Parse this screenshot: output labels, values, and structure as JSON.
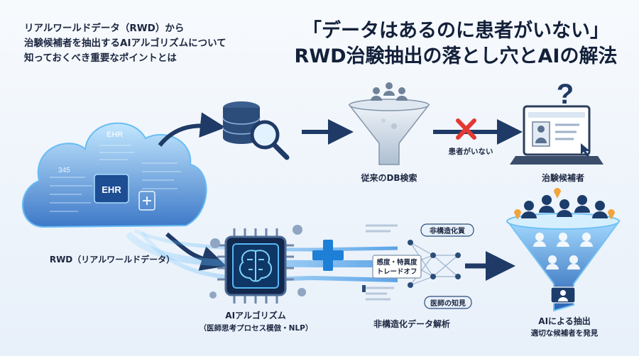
{
  "header": {
    "subtitle_lines": [
      "リアルワールドデータ（RWD）から",
      "治験候補者を抽出するAIアルゴリズムについて",
      "知っておくべき重要なポイントとは"
    ],
    "title_lines": [
      "「データはあるのに患者がいない」",
      "RWD治験抽出の落とし穴とAIの解法"
    ]
  },
  "cloud": {
    "label": "RWD（リアルワールドデータ）",
    "badge": "EHR",
    "top_text": "EHR",
    "num_text": "345"
  },
  "top_flow": {
    "db_search_label": "従来のDB検索",
    "no_patient_label": "患者がいない",
    "candidate_label": "治験候補者",
    "question_mark": "?"
  },
  "bottom_flow": {
    "ai_label": "AIアルゴリズム",
    "ai_sub_label": "（医師思考プロセス模倣・NLP）",
    "unstructured_label": "非構造化データ解析",
    "tag_unstructured": "非構造化質",
    "tag_tradeoff_1": "感度・特異度",
    "tag_tradeoff_2": "トレードオフ",
    "tag_doctor": "医師の知見",
    "extract_label": "AIによる抽出",
    "extract_sub_label": "適切な候補者を発見"
  },
  "colors": {
    "navy": "#1f3a66",
    "blue": "#2f7fd6",
    "cyan": "#4fc3f7",
    "red": "#e53935"
  }
}
